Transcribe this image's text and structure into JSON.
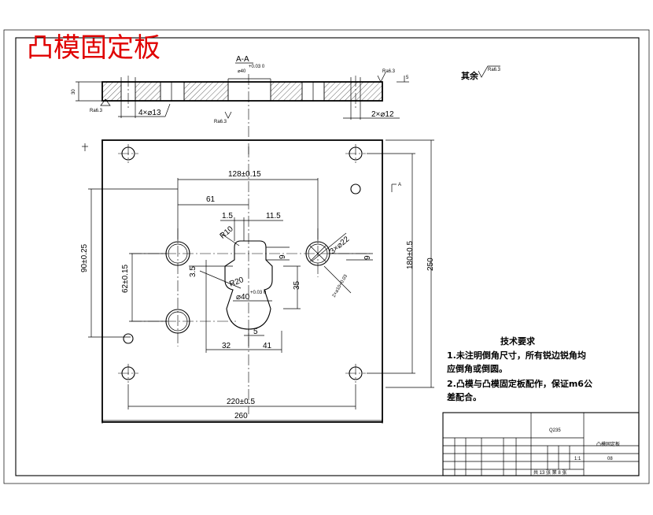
{
  "title": "凸模固定板",
  "section_label": "A-A",
  "section_dims": {
    "bore": "⌀40",
    "bore_tol": "+0.03\n0",
    "thickness": "30",
    "holes_left": "4×⌀13",
    "holes_right": "2×⌀12",
    "roughness": "Ra6.3"
  },
  "surface_note": "其余",
  "plan_dims": {
    "d128": "128±0.15",
    "d61": "61",
    "d1_5": "1.5",
    "d11_5": "11.5",
    "r10": "R10",
    "d3x22": "3×⌀22",
    "d9a": "9",
    "d9b": "9",
    "d3_5": "3.5",
    "r20": "R20",
    "d40": "⌀40",
    "d40_tol": "+0.03\n0",
    "d35": "35",
    "d90": "90±0.25",
    "d62": "62±0.15",
    "d180": "180±0.5",
    "d250": "250",
    "d5": "5",
    "d32": "32",
    "d41": "41",
    "d220": "220±0.5",
    "d260": "260",
    "pin": "2×⌀10+0.03",
    "section_mark": "A"
  },
  "tech_requirements": {
    "heading": "技术要求",
    "line1": "1.未注明倒角尺寸，所有锐边锐角均",
    "line2": "应倒角或倒圆。",
    "line3": "2.凸模与凸模固定板配作，保证m6公",
    "line4": "差配合。"
  },
  "title_block": {
    "material": "Q235",
    "part_name": "凸模固定板",
    "scale": "1:1",
    "code": "08",
    "sheet": "共 13 张  第 8 张"
  }
}
